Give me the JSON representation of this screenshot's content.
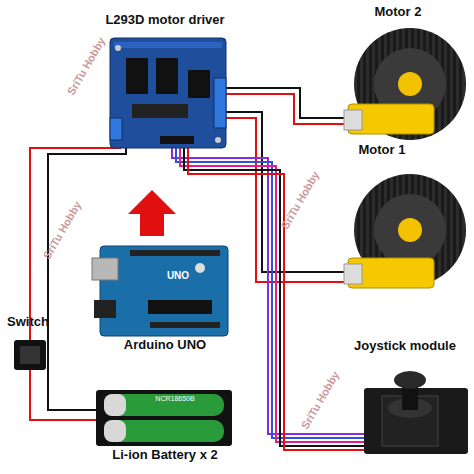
{
  "diagram": {
    "labels": [
      "L293D motor driver",
      "Motor 2",
      "Motor 1",
      "Switch",
      "Arduino UNO",
      "Joystick module",
      "Li-ion Battery x 2",
      "UNO",
      "NCR18650B",
      "SriTu Hobby",
      "SriTu Hobby",
      "SriTu Hobby",
      "SriTu Hobby"
    ]
  }
}
